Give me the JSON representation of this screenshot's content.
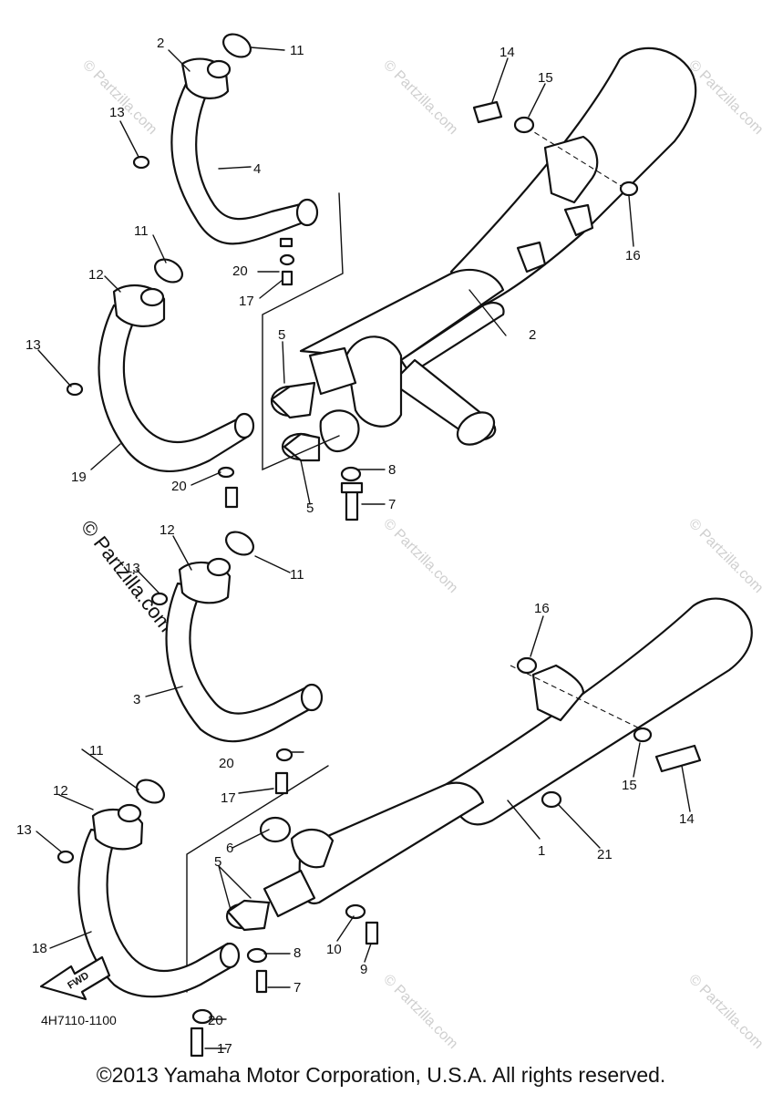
{
  "callouts": [
    "1",
    "2",
    "3",
    "4",
    "5",
    "6",
    "7",
    "8",
    "9",
    "10",
    "11",
    "12",
    "13",
    "14",
    "15",
    "16",
    "17",
    "18",
    "19",
    "20",
    "21"
  ],
  "watermark": {
    "text": "© Partzilla.com"
  },
  "diagram_code": "4H7110-1100",
  "fwd_label": "FWD",
  "copyright": "©2013 Yamaha Motor Corporation, U.S.A. All rights reserved.",
  "colors": {
    "line": "#111111",
    "background": "#ffffff",
    "watermark": "#cfcfcf"
  }
}
